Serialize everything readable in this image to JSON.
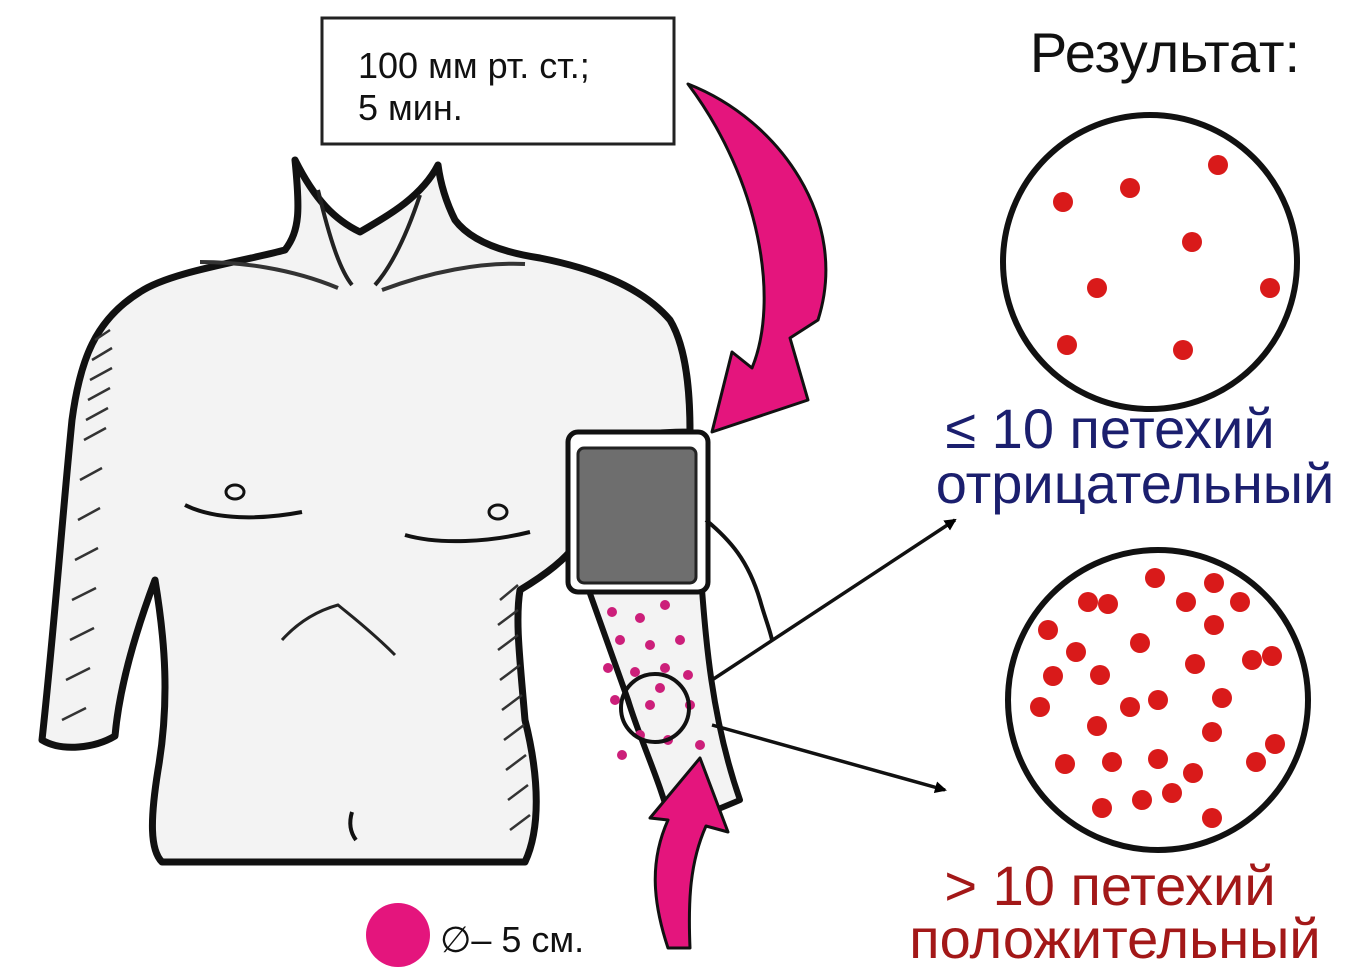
{
  "pressure_box": {
    "line1": "100 мм рт. ст.;",
    "line2": "5 мин."
  },
  "result": {
    "title": "Результат:",
    "negative": {
      "line1": "≤ 10 петехий",
      "line2": "отрицательный",
      "color": "#1b1f6e"
    },
    "positive": {
      "line1": "> 10 петехий",
      "line2": "положительный",
      "color": "#a31818"
    }
  },
  "legend": {
    "diameter_label": "∅– 5 см."
  },
  "colors": {
    "arrow": "#e4157d",
    "petechia": "#d91a1a",
    "arm_dots": "#cc1f7a",
    "cuff": "#6e6e6e",
    "skin": "#f2f2f2"
  },
  "icons": {
    "cuff": "blood-pressure-cuff-icon",
    "arrow": "curved-arrow-icon"
  }
}
